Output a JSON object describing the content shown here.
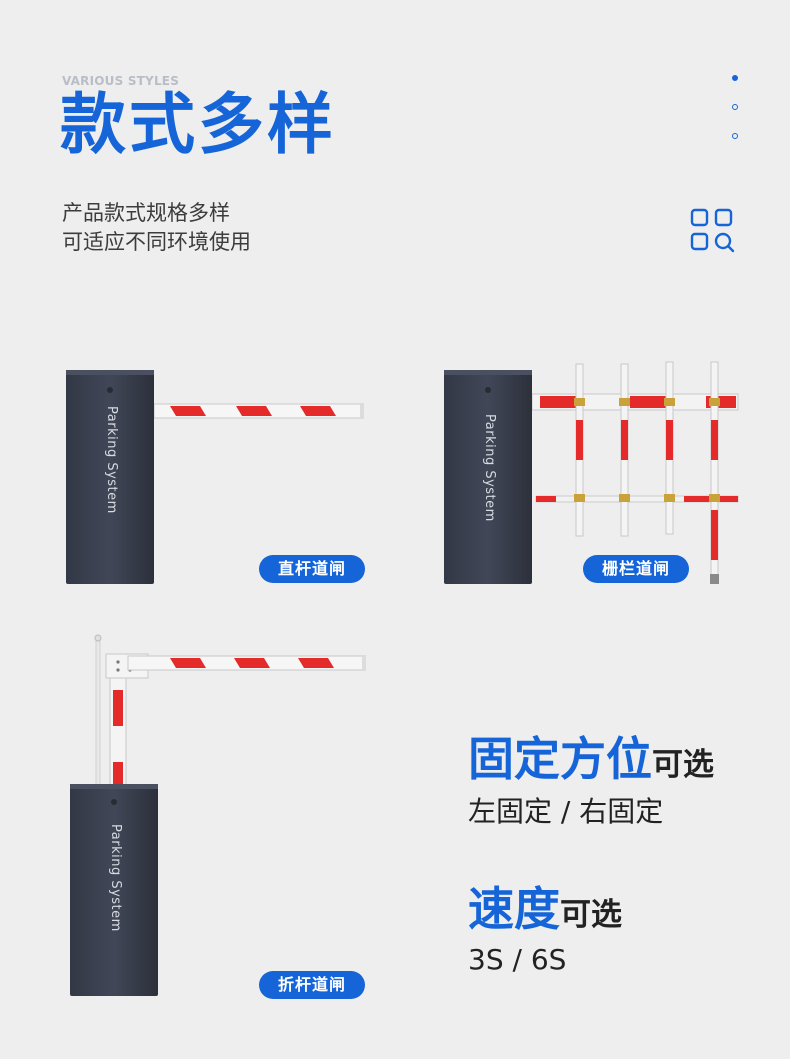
{
  "header": {
    "eyebrow": "VARIOUS STYLES",
    "title": "款式多样",
    "subtitle_line1": "产品款式规格多样",
    "subtitle_line2": "可适应不同环境使用"
  },
  "products": [
    {
      "box_text": "Parking System",
      "label": "直杆道闸"
    },
    {
      "box_text": "Parking System",
      "label": "栅栏道闸"
    },
    {
      "box_text": "Parking System",
      "label": "折杆道闸"
    }
  ],
  "features": [
    {
      "title_big": "固定方位",
      "title_small": "可选",
      "desc": "左固定 / 右固定"
    },
    {
      "title_big": "速度",
      "title_small": "可选",
      "desc": "3S / 6S"
    }
  ],
  "colors": {
    "accent": "#1565d8",
    "cabinet": "#3b4150",
    "stripe": "#e52a2a",
    "background": "#eeeeee"
  },
  "icons": [
    "pagination-dots",
    "grid-search-icon"
  ]
}
